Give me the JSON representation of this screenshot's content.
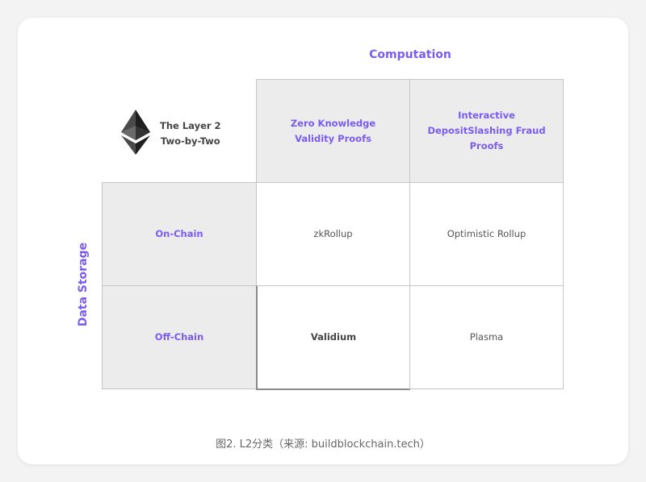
{
  "diagram": {
    "column_header": "Computation",
    "row_header": "Data Storage",
    "corner_title": "The Layer 2\nTwo-by-Two",
    "columns": [
      "Zero Knowledge\nValidity Proofs",
      "Interactive\nDepositSlashing Fraud\nProofs"
    ],
    "rows": [
      "On-Chain",
      "Off-Chain"
    ],
    "cells": [
      [
        "zkRollup",
        "Optimistic Rollup"
      ],
      [
        "Validium",
        "Plasma"
      ]
    ],
    "accent_color": "#7b5cf0",
    "icon": "ethereum-logo-icon"
  },
  "caption": "图2. L2分类（来源: buildblockchain.tech）"
}
